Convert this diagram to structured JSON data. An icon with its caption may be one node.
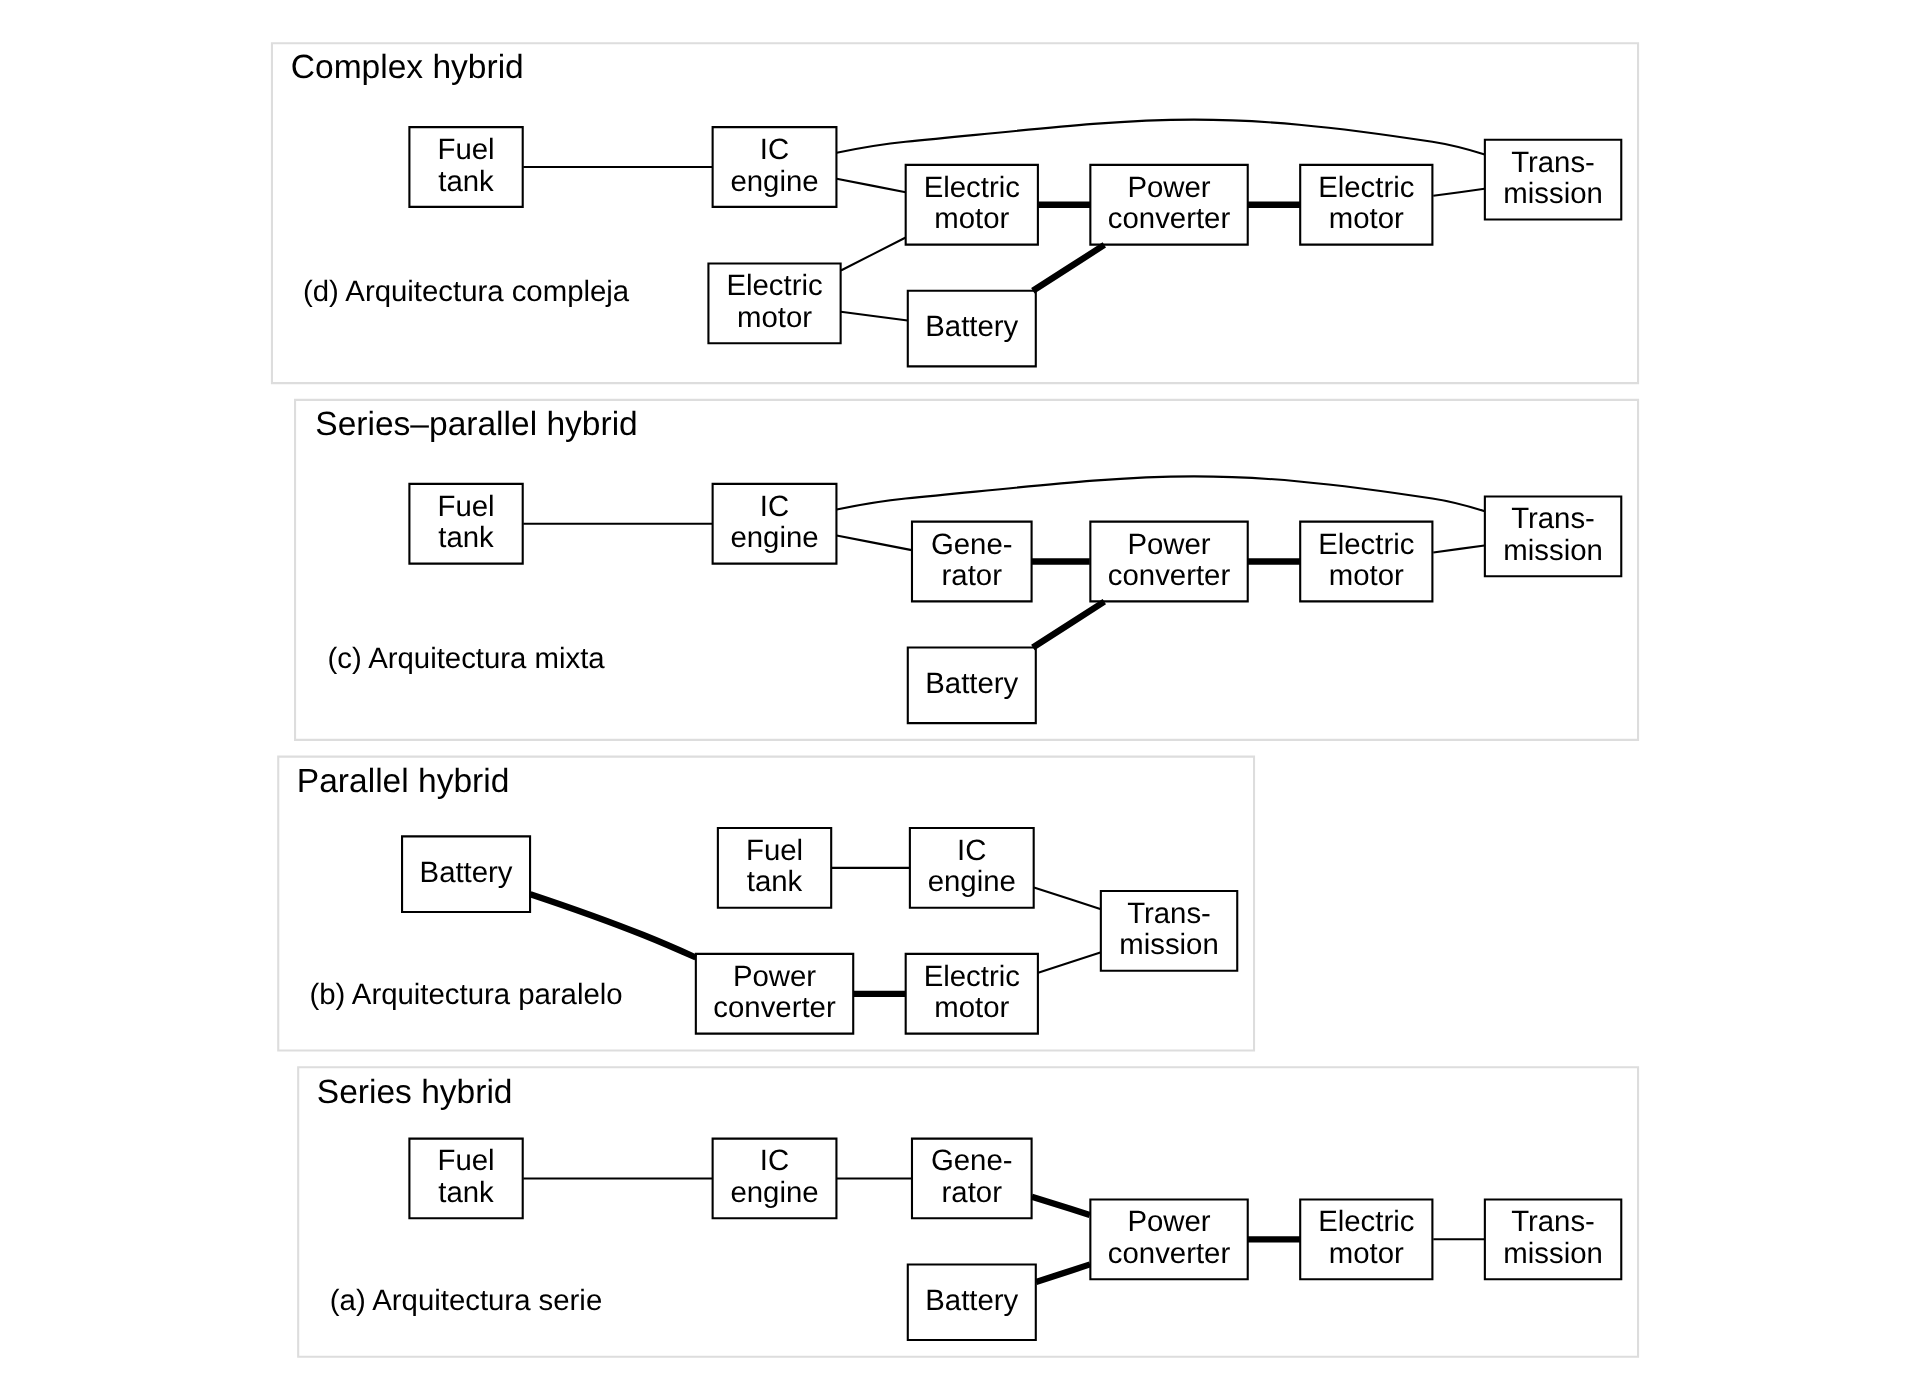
{
  "diagram": {
    "nodes": [
      {
        "text": [
          "Series hybrid"
        ],
        "beside": [
          "(a) Arquitectura serie"
        ]
      },
      {
        "text": [
          "Fuel tank"
        ],
        "in": 0
      },
      {
        "text": [
          "IC engine"
        ],
        "in": 0
      },
      {
        "text": [
          "Gene- rator"
        ],
        "in": 0
      },
      {
        "text": [
          "Battery"
        ],
        "in": 0
      },
      {
        "text": [
          "Power converter"
        ],
        "in": 0
      },
      {
        "text": [
          "Electric motor"
        ],
        "in": 0
      },
      {
        "text": [
          "Trans- mission"
        ],
        "in": 0
      },
      {
        "text": [
          "Parallel hybrid"
        ],
        "beside": [
          "(b) Arquitectura paralelo"
        ]
      },
      {
        "text": [
          "Fuel tank"
        ],
        "in": 8
      },
      {
        "text": [
          "IC engine"
        ],
        "in": 8
      },
      {
        "text": [
          "Battery"
        ],
        "in": 8
      },
      {
        "text": [
          "Power converter"
        ],
        "in": 8
      },
      {
        "text": [
          "Electric motor"
        ],
        "in": 8
      },
      {
        "text": [
          "Trans- mission"
        ],
        "in": 8
      },
      {
        "text": [
          "Series–parallel hybrid"
        ],
        "beside": [
          "(c) Arquitectura mixta"
        ]
      },
      {
        "text": [
          "Fuel tank"
        ],
        "in": 15
      },
      {
        "text": [
          "IC engine"
        ],
        "in": 15
      },
      {
        "text": [
          "Gene- rator"
        ],
        "in": 15
      },
      {
        "text": [
          "Battery"
        ],
        "in": 15
      },
      {
        "text": [
          "Power converter"
        ],
        "in": 15
      },
      {
        "text": [
          "Electric motor"
        ],
        "in": 15
      },
      {
        "text": [
          "Trans- mission"
        ],
        "in": 15
      },
      {
        "text": [
          "Complex hybrid"
        ],
        "beside": [
          "(d) Arquitectura compleja"
        ]
      },
      {
        "text": [
          "Fuel tank"
        ],
        "in": 23
      },
      {
        "text": [
          "IC engine"
        ],
        "in": 23
      },
      {
        "text": [
          "Electric motor"
        ],
        "in": 23
      },
      {
        "text": [
          "Electric motor"
        ],
        "in": 23
      },
      {
        "text": [
          "Battery"
        ],
        "in": 23
      },
      {
        "text": [
          "Power converter"
        ],
        "in": 23
      },
      {
        "text": [
          "Electric motor"
        ],
        "in": 23
      },
      {
        "text": [
          "Trans- mission"
        ],
        "in": 23
      }
    ],
    "edges": [
      {
        "from": 1,
        "to": 2,
        "arrow": "none"
      },
      {
        "from": 2,
        "to": 3,
        "arrow": "none"
      },
      {
        "from": 3,
        "to": 5,
        "arrow": "none",
        "style": "thick"
      },
      {
        "from": 4,
        "to": 5,
        "arrow": "none",
        "style": "thick"
      },
      {
        "from": 5,
        "to": 6,
        "arrow": "none",
        "style": "thick"
      },
      {
        "from": 6,
        "to": 7,
        "arrow": "none"
      },
      {
        "from": 9,
        "to": 10,
        "arrow": "none"
      },
      {
        "from": 10,
        "to": 14,
        "arrow": "none"
      },
      {
        "from": 11,
        "to": 12,
        "arrow": "none",
        "style": "thick"
      },
      {
        "from": 12,
        "to": 13,
        "arrow": "none",
        "style": "thick"
      },
      {
        "from": 13,
        "to": 14,
        "arrow": "none"
      },
      {
        "from": 16,
        "to": 17,
        "arrow": "none"
      },
      {
        "from": 17,
        "to": 22,
        "arrow": "none"
      },
      {
        "from": 17,
        "to": 18,
        "arrow": "none"
      },
      {
        "from": 18,
        "to": 20,
        "arrow": "none",
        "style": "thick"
      },
      {
        "from": 19,
        "to": 20,
        "arrow": "none",
        "style": "thick"
      },
      {
        "from": 20,
        "to": 21,
        "arrow": "none",
        "style": "thick"
      },
      {
        "from": 21,
        "to": 22,
        "arrow": "none"
      },
      {
        "from": 24,
        "to": 25,
        "arrow": "none"
      },
      {
        "from": 25,
        "to": 31,
        "arrow": "none"
      },
      {
        "from": 25,
        "to": 27,
        "arrow": "none"
      },
      {
        "from": 26,
        "to": 27,
        "arrow": "none"
      },
      {
        "from": 26,
        "to": 28,
        "arrow": "none"
      },
      {
        "from": 27,
        "to": 29,
        "arrow": "none",
        "style": "thick"
      },
      {
        "from": 28,
        "to": 29,
        "arrow": "none",
        "style": "thick"
      },
      {
        "from": 29,
        "to": 30,
        "arrow": "none",
        "style": "thick"
      },
      {
        "from": 30,
        "to": 31,
        "arrow": "none"
      }
    ]
  }
}
